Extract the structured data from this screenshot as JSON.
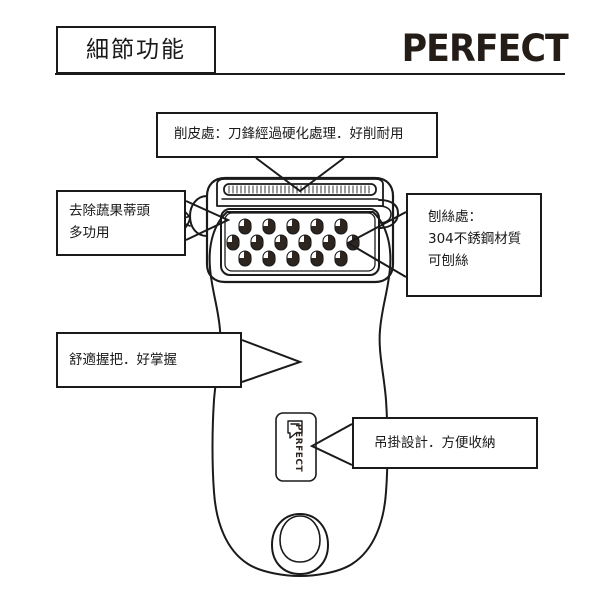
{
  "header": {
    "title": "細節功能",
    "brand": "PERFECT"
  },
  "callouts": [
    {
      "id": "blade",
      "name": "callout-peeling-blade",
      "lines": [
        "削皮處：刀鋒經過硬化處理．好削耐用"
      ]
    },
    {
      "id": "stem",
      "name": "callout-stem-remover",
      "lines": [
        "去除蔬果蒂頭",
        "多功用"
      ]
    },
    {
      "id": "shred",
      "name": "callout-shredder",
      "lines": [
        "刨絲處：",
        "304不銹鋼材質",
        "可刨絲"
      ]
    },
    {
      "id": "grip",
      "name": "callout-handle-grip",
      "lines": [
        "舒適握把．好掌握"
      ]
    },
    {
      "id": "hang",
      "name": "callout-hanging-hole",
      "lines": [
        "吊掛設計．方便收納"
      ]
    }
  ],
  "product": {
    "label_badge_text": "PERFECT",
    "shredder_hole_rows": [
      5,
      6,
      5
    ]
  },
  "colors": {
    "line": "#1a1a1a",
    "brand": "#241c17",
    "hole_fill": "#2e2420",
    "background": "#ffffff"
  }
}
